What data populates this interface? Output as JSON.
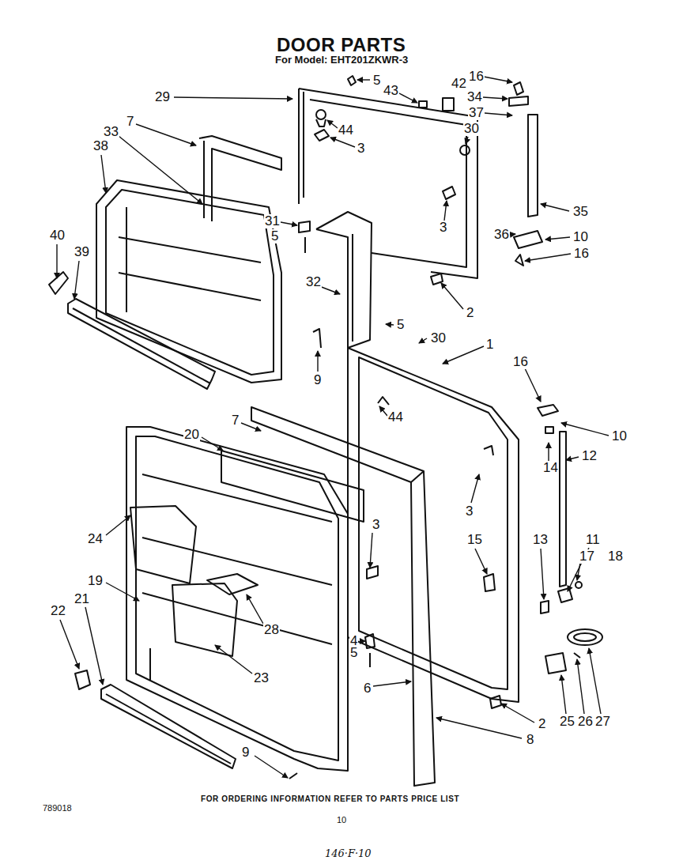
{
  "diagram": {
    "title": "DOOR PARTS",
    "labels": [
      "For Model: EHT201ZKWR-3",
      "5",
      "29",
      "16",
      "42",
      "34",
      "37",
      "43",
      "33",
      "7",
      "38",
      "44",
      "30",
      "3",
      "3",
      "31",
      "5",
      "32",
      "35",
      "36",
      "10",
      "16",
      "40",
      "39",
      "2",
      "9",
      "5",
      "30",
      "1",
      "16",
      "44",
      "7",
      "20",
      "10",
      "12",
      "14",
      "3",
      "24",
      "15",
      "13",
      "11",
      "17",
      "18",
      "3",
      "19",
      "21",
      "22",
      "28",
      "4",
      "5",
      "23",
      "6",
      "25",
      "26",
      "27",
      "2",
      "8",
      "9",
      "FOR ORDERING INFORMATION REFER TO PARTS PRICE LIST",
      "789018",
      "10",
      "146·F·10"
    ]
  }
}
